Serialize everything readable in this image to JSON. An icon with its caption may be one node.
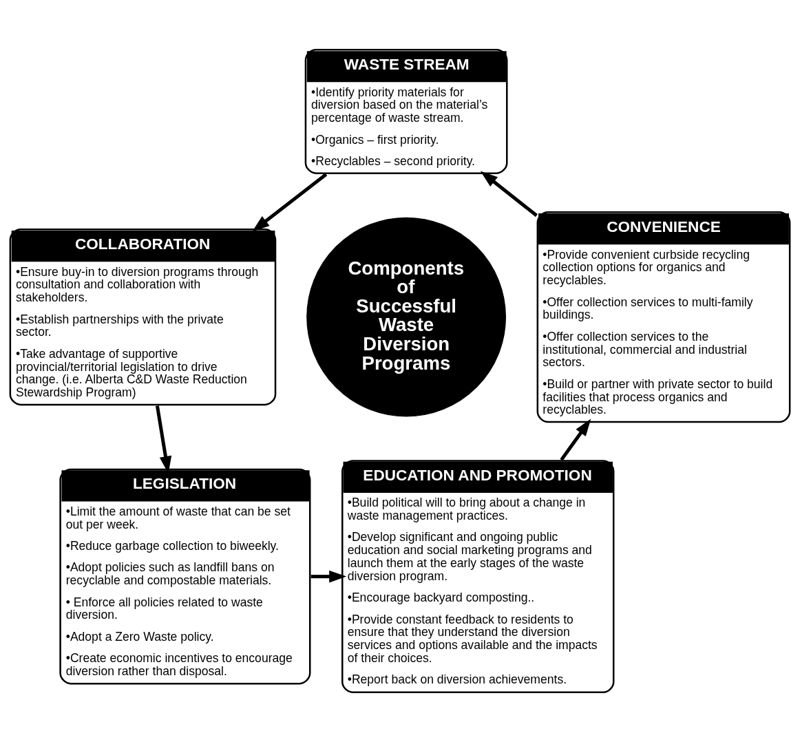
{
  "diagram": {
    "nodes": [
      {
        "text": [
          "WASTE STREAM",
          "•Identify priority materials for diversion based on the material’s percentage of waste stream.",
          "•Organics – first priority.",
          "•Recyclables – second priority."
        ]
      },
      {
        "text": [
          "COLLABORATION",
          "•Ensure buy-in to diversion programs through consultation and collaboration with stakeholders.",
          "•Establish partnerships with the private sector.",
          "•Take advantage of supportive provincial/territorial legislation to drive change. (i.e. Alberta C&D Waste Reduction Stewardship Program)"
        ]
      },
      {
        "text": [
          "CONVENIENCE",
          "•Provide convenient curbside recycling collection options for organics and recyclables.",
          "•Offer collection services to multi-family buildings.",
          "•Offer collection services to the institutional, commercial and industrial sectors.",
          "•Build or partner with private sector to build facilities that process organics and recyclables."
        ]
      },
      {
        "text": [
          "Components of Successful Waste Diversion Programs"
        ]
      },
      {
        "text": [
          "LEGISLATION",
          "•Limit the amount of waste that can be set out per week.",
          "•Reduce garbage collection to biweekly.",
          "•Adopt policies such as landfill bans on recyclable and compostable materials.",
          "• Enforce all policies related to waste diversion.",
          "•Adopt a Zero Waste policy.",
          "•Create economic incentives to encourage diversion rather than disposal."
        ]
      },
      {
        "text": [
          "EDUCATION AND PROMOTION",
          "•Build political will to bring about a change in waste management practices.",
          "•Develop significant and ongoing public education and social marketing programs and launch them at the early stages of the waste diversion program.",
          "•Encourage backyard composting..",
          "•Provide constant feedback to residents to ensure that they understand the diversion services and options available and the impacts of their choices.",
          "•Report back on diversion achievements."
        ]
      }
    ],
    "edges": [
      {
        "from": 0,
        "to": 1,
        "arrow": "to"
      },
      {
        "from": 1,
        "to": 4,
        "arrow": "to"
      },
      {
        "from": 4,
        "to": 5,
        "arrow": "to"
      },
      {
        "from": 5,
        "to": 2,
        "arrow": "to"
      },
      {
        "from": 2,
        "to": 0,
        "arrow": "to"
      }
    ]
  }
}
